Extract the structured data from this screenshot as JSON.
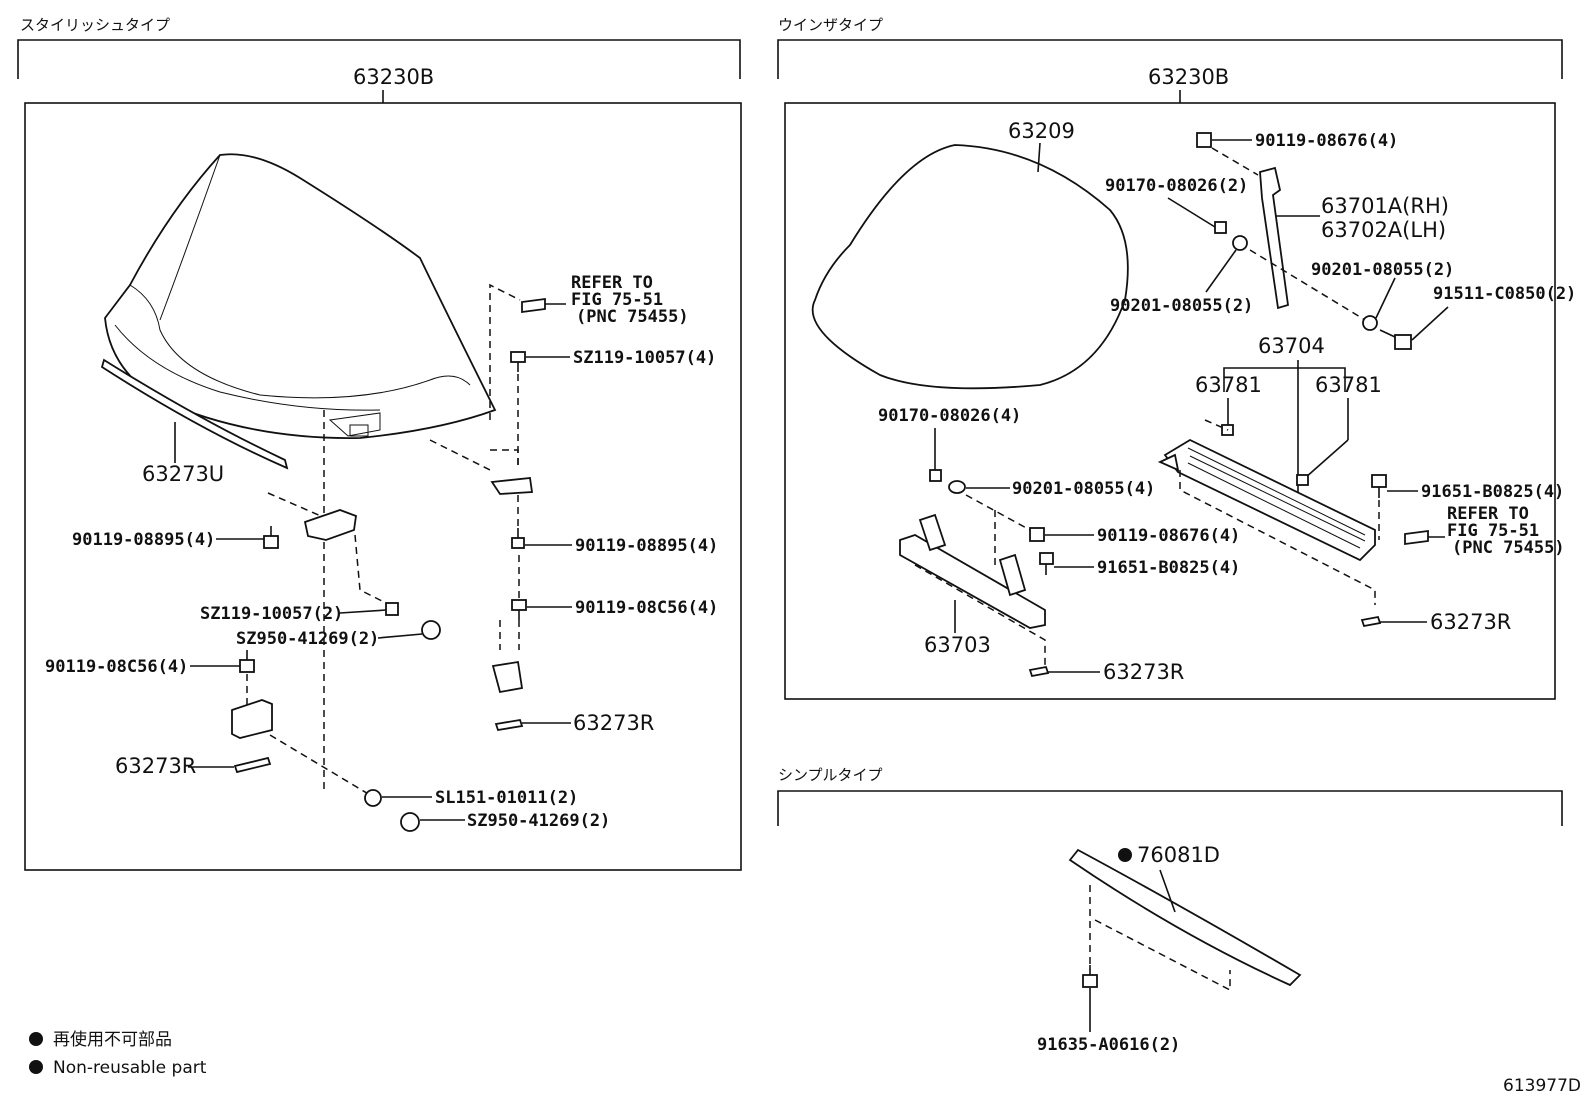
{
  "sections": {
    "stylish": "スタイリッシュタイプ",
    "wing": "ウインザタイプ",
    "simple": "シンプルタイプ"
  },
  "left": {
    "assy": "63230B",
    "spoiler_seal": "63273U",
    "refer_1": "REFER TO",
    "refer_2": "FIG 75-51",
    "refer_3": "(PNC 75455)",
    "screw_a": "SZ119-10057(4)",
    "bolt_a_left": "90119-08895(4)",
    "bolt_a_right": "90119-08895(4)",
    "screw_b": "SZ119-10057(2)",
    "cap_a": "SZ950-41269(2)",
    "bolt_b_left": "90119-08C56(4)",
    "bolt_b_right": "90119-08C56(4)",
    "pad_right": "63273R",
    "pad_left": "63273R",
    "nut": "SL151-01011(2)",
    "cap_b": "SZ950-41269(2)"
  },
  "right": {
    "assy": "63230B",
    "wing": "63209",
    "bolt_top": "90119-08676(4)",
    "nut_top": "90170-08026(2)",
    "stay_rh": "63701A(RH)",
    "stay_lh": "63702A(LH)",
    "washer_r": "90201-08055(2)",
    "washer_l": "90201-08055(2)",
    "bolt_r": "91511-C0850(2)",
    "bracket": "63704",
    "clip_l": "63781",
    "clip_r": "63781",
    "nut_mid": "90170-08026(4)",
    "washer_mid": "90201-08055(4)",
    "bolt_mid": "91651-B0825(4)",
    "bolt_mid2": "90119-08676(4)",
    "bolt_mid3": "91651-B0825(4)",
    "refer_1": "REFER TO",
    "refer_2": "FIG 75-51",
    "refer_3": "(PNC 75455)",
    "base": "63703",
    "pad_a": "63273R",
    "pad_b": "63273R"
  },
  "simple": {
    "part": "76081D",
    "bolt": "91635-A0616(2)"
  },
  "legend": {
    "jp": "再使用不可部品",
    "en": "Non-reusable part"
  },
  "figure_id": "613977D"
}
